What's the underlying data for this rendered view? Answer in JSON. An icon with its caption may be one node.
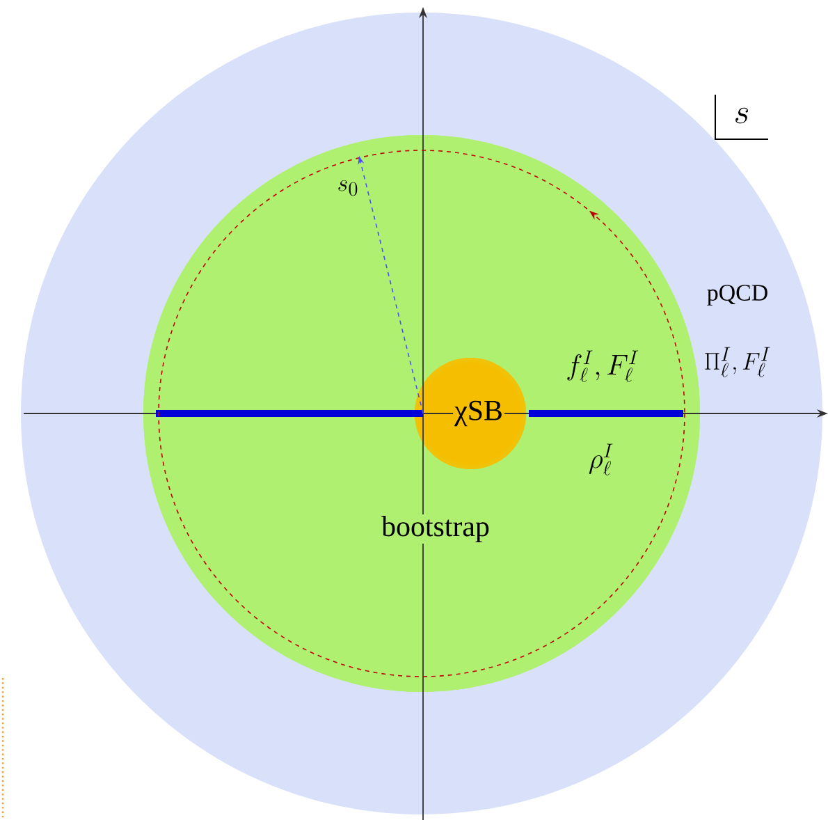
{
  "diagram": {
    "nodes": [
      {
        "text": [
          "pQCD"
        ]
      },
      {
        "text": [
          "bootstrap"
        ],
        "in": 0
      },
      {
        "text": [
          "χSB"
        ],
        "in": 1
      }
    ],
    "labels": [
      "s",
      "s_0",
      "\\Pi^I_\\ell, F^I_\\ell",
      "f^I_\\ell, F^I_\\ell",
      "\\rho^I_\\ell"
    ]
  }
}
